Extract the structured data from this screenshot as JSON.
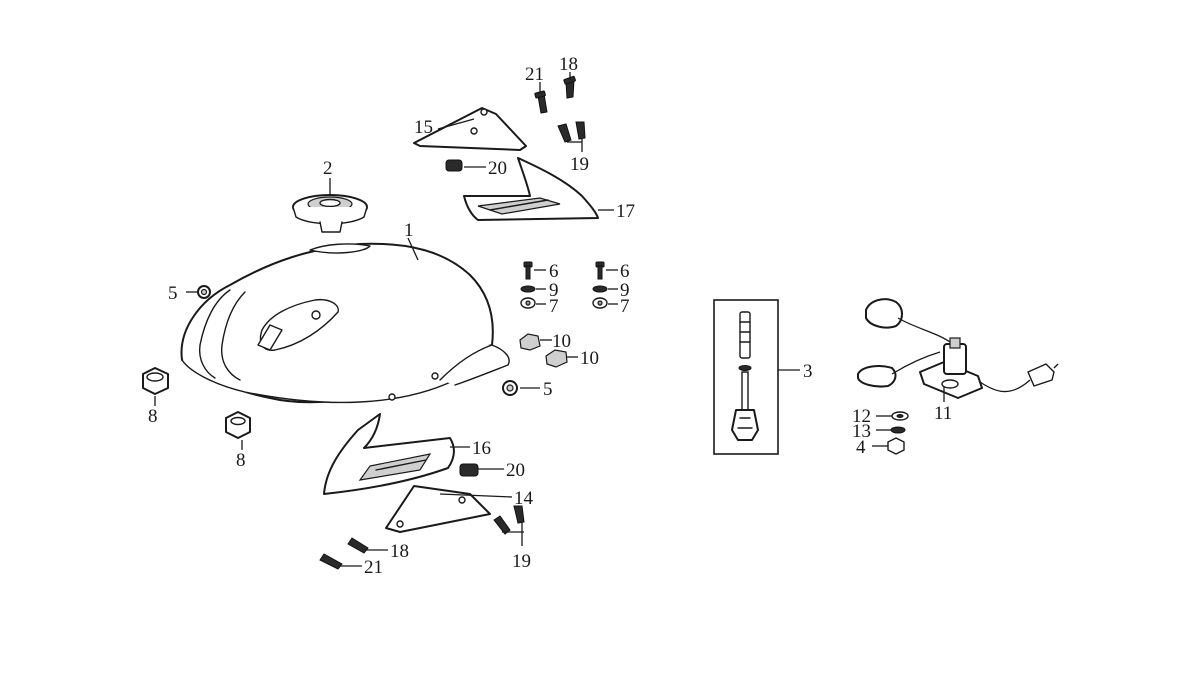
{
  "callouts": {
    "c1": "1",
    "c2": "2",
    "c3": "3",
    "c4": "4",
    "c5a": "5",
    "c5b": "5",
    "c6a": "6",
    "c6b": "6",
    "c7a": "7",
    "c7b": "7",
    "c8a": "8",
    "c8b": "8",
    "c9a": "9",
    "c9b": "9",
    "c10a": "10",
    "c10b": "10",
    "c11": "11",
    "c12": "12",
    "c13": "13",
    "c14": "14",
    "c15": "15",
    "c16": "16",
    "c17": "17",
    "c18a": "18",
    "c18b": "18",
    "c19a": "19",
    "c19b": "19",
    "c20a": "20",
    "c20b": "20",
    "c21a": "21",
    "c21b": "21"
  }
}
